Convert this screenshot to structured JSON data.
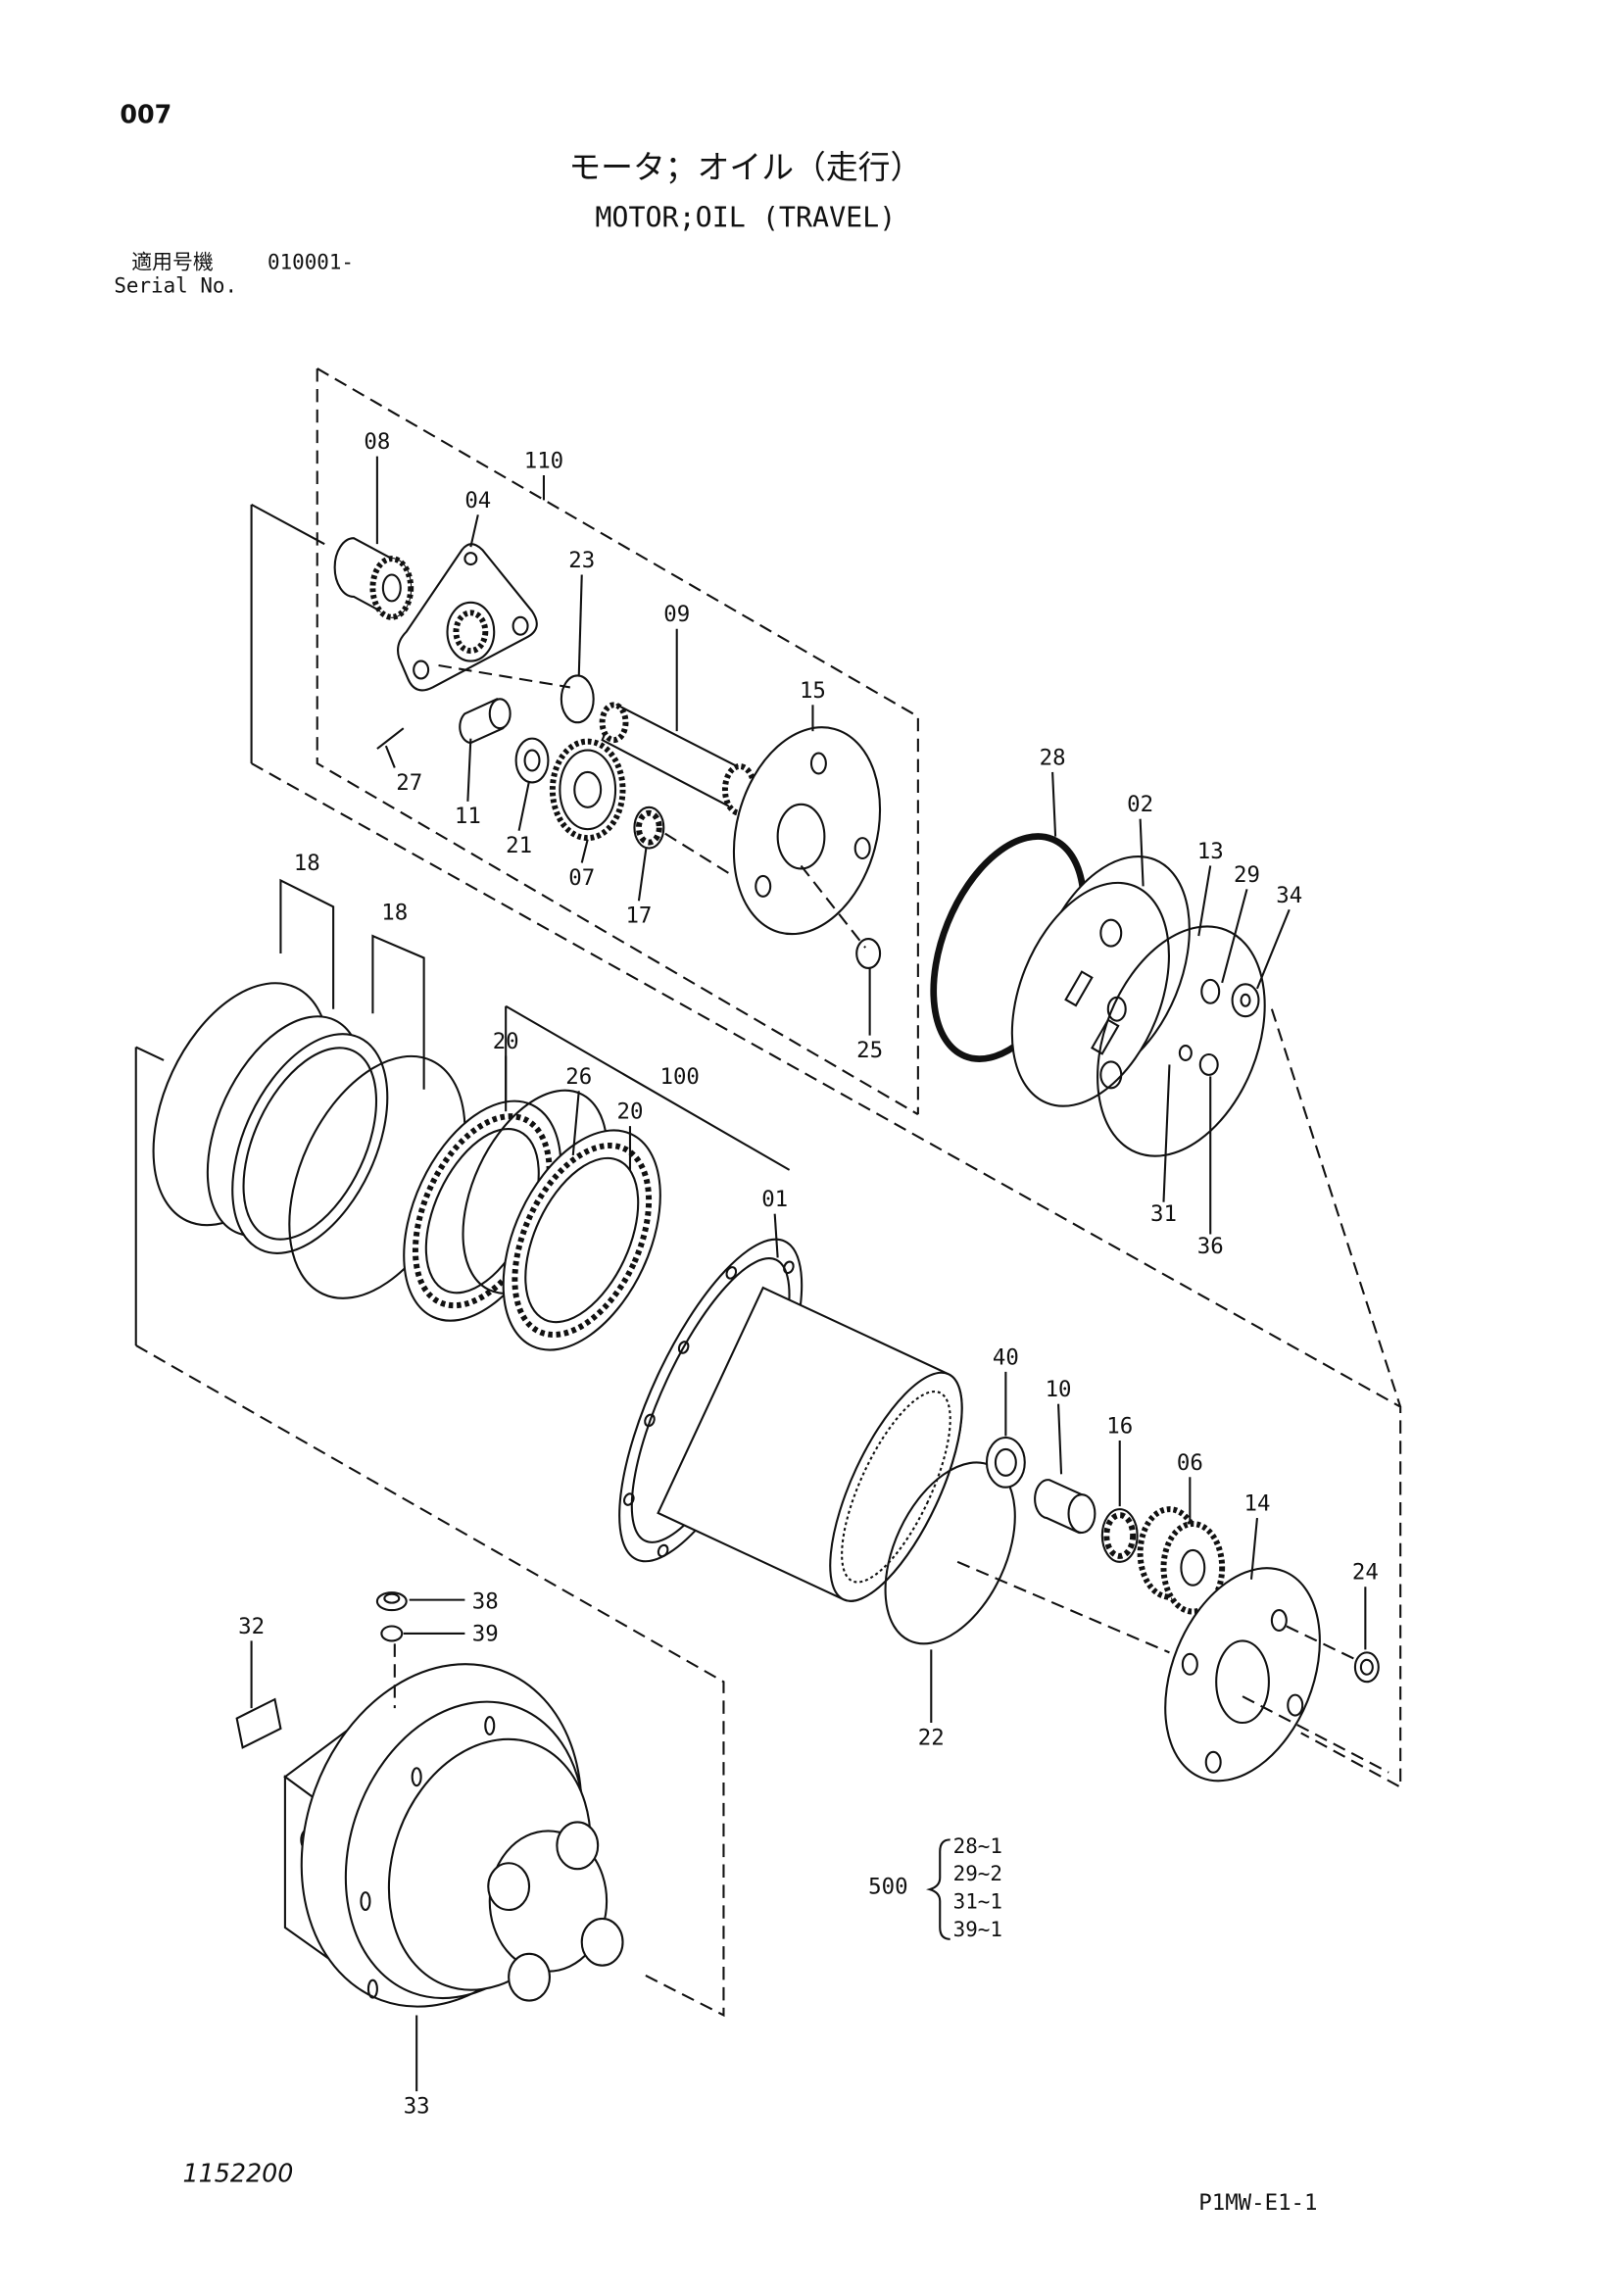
{
  "page_number": "007",
  "title_ja": "モータ；オイル（走行）",
  "title_en": "MOTOR;OIL (TRAVEL)",
  "serial": {
    "label_ja": "適用号機",
    "value": "010001-",
    "label_en": "Serial No."
  },
  "callouts": [
    "08",
    "110",
    "04",
    "23",
    "09",
    "15",
    "28",
    "02",
    "13",
    "29",
    "34",
    "27",
    "11",
    "21",
    "07",
    "17",
    "25",
    "18",
    "18",
    "20",
    "26",
    "100",
    "20",
    "01",
    "31",
    "36",
    "40",
    "10",
    "16",
    "06",
    "14",
    "24",
    "38",
    "39",
    "32",
    "22",
    "33"
  ],
  "kit": {
    "number": "500",
    "items": [
      "28~1",
      "29~2",
      "31~1",
      "39~1"
    ]
  },
  "footer": {
    "drawing_number": "1152200",
    "page_code": "P1MW-E1-1"
  }
}
